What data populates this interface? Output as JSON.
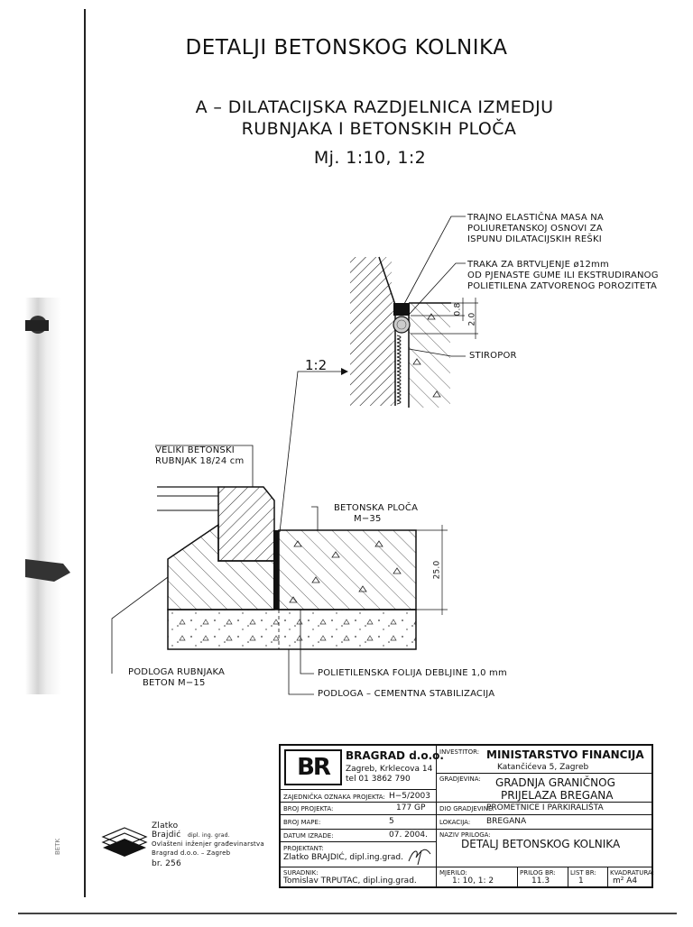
{
  "title": "DETALJI BETONSKOG KOLNIKA",
  "subtitle_line1": "A – DILATACIJSKA RAZDJELNICA IZMEDJU",
  "subtitle_line2": "RUBNJAKA I BETONSKIH PLOČA",
  "scale": "Mj. 1:10, 1:2",
  "notes": {
    "mass_1": "TRAJNO ELASTIČNA MASA NA",
    "mass_2": "POLIURETANSKOJ OSNOVI ZA",
    "mass_3": "ISPUNU DILATACIJSKIH REŠKI",
    "strip_1": "TRAKA ZA BRTVLJENJE ø12mm",
    "strip_2": "OD PJENASTE GUME ILI EKSTRUDIRANOG",
    "strip_3": "POLIETILENA ZATVORENOG POROZITETA",
    "stiropor": "STIROPOR",
    "detail_scale": "1:2",
    "dim_08": "0.8",
    "dim_20": "2.0",
    "curb_1": "VELIKI BETONSKI",
    "curb_2": "RUBNJAK 18/24 cm",
    "slab_1": "BETONSKA PLOČA",
    "slab_2": "M−35",
    "dim_250": "25.0",
    "base_1": "PODLOGA RUBNJAKA",
    "base_2": "BETON M−15",
    "foil": "POLIETILENSKA FOLIJA DEBLJINE 1,0 mm",
    "subbase": "PODLOGA – CEMENTNA STABILIZACIJA"
  },
  "title_block": {
    "logo": "BR",
    "company": "BRAGRAD d.o.o.",
    "company_addr": "Zagreb, Krklecova 14",
    "company_tel": "tel 01 3862 790",
    "investor_label": "INVESTITOR:",
    "investor": "MINISTARSTVO FINANCIJA",
    "investor_addr": "Katančićeva 5, Zagreb",
    "building_label": "GRADJEVINA:",
    "building_1": "GRADNJA GRANIČNOG",
    "building_2": "PRIJELAZA BREGANA",
    "joint_mark_label": "ZAJEDNIČKA OZNAKA PROJEKTA:",
    "joint_mark": "H−5/2003",
    "project_no_label": "BROJ PROJEKTA:",
    "project_no": "177 GP",
    "part_label": "DIO GRADJEVINE:",
    "part": "PROMETNICE I PARKIRALIŠTA",
    "folder_label": "BROJ MAPE:",
    "folder": "5",
    "location_label": "LOKACIJA:",
    "location": "BREGANA",
    "date_label": "DATUM IZRADE:",
    "date": "07. 2004.",
    "attach_name_label": "NAZIV PRILOGA:",
    "attach_name": "DETALJ BETONSKOG KOLNIKA",
    "designer_label": "PROJEKTANT:",
    "designer": "Zlatko BRAJDIĆ, dipl.ing.grad.",
    "associate_label": "SURADNIK:",
    "associate": "Tomislav TRPUTAC, dipl.ing.grad.",
    "scale_label": "MJERILO:",
    "scale": "1: 10, 1: 2",
    "attach_no_label": "PRILOG BR:",
    "attach_no": "11.3",
    "sheet_label": "LIST BR:",
    "sheet": "1",
    "format_label": "KVADRATURA:",
    "format": "m² A4"
  },
  "stamp": {
    "name_1": "Zlatko",
    "name_2": "Brajdić",
    "degree": "dipl. ing. grad.",
    "role": "Ovlašteni inženjer građevinarstva",
    "firm": "Bragrad d.o.o. – Zagreb",
    "number": "br. 256"
  },
  "margin_mark": "BETK"
}
